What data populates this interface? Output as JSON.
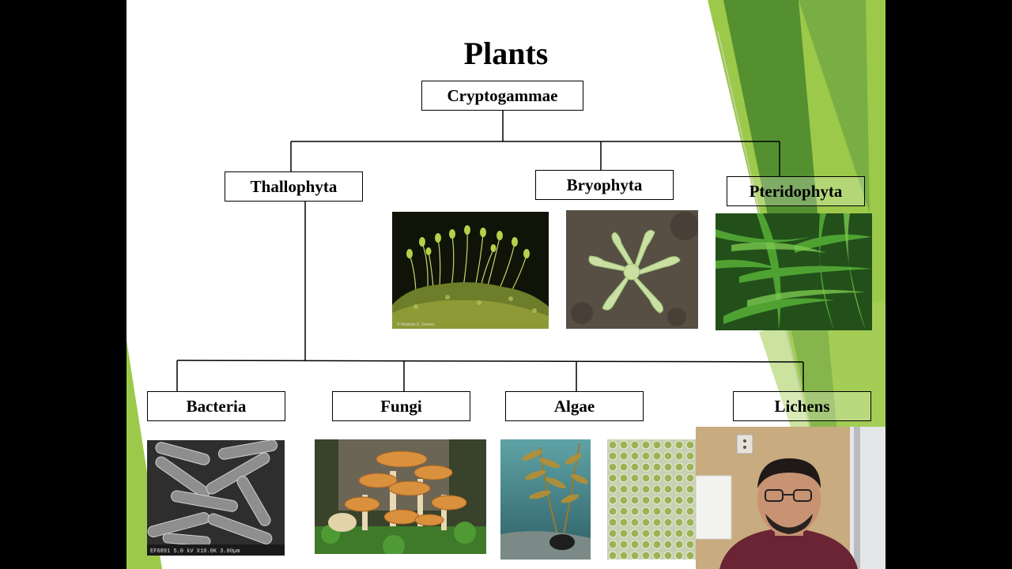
{
  "slide": {
    "title": "Plants",
    "nodes": {
      "root": "Cryptogammae",
      "thallophyta": "Thallophyta",
      "bryophyta": "Bryophyta",
      "pteridophyta": "Pteridophyta",
      "bacteria": "Bacteria",
      "fungi": "Fungi",
      "algae": "Algae",
      "lichens": "Lichens"
    },
    "images": {
      "moss_caption": "© Rolando E. Gomez",
      "bacteria_scale": "EF6891 5.0 kV X10.0K 3.00µm"
    }
  },
  "colors": {
    "green_light": "#9cc94a",
    "green_dark": "#4c8a2e",
    "green_mid": "#6fa741"
  }
}
